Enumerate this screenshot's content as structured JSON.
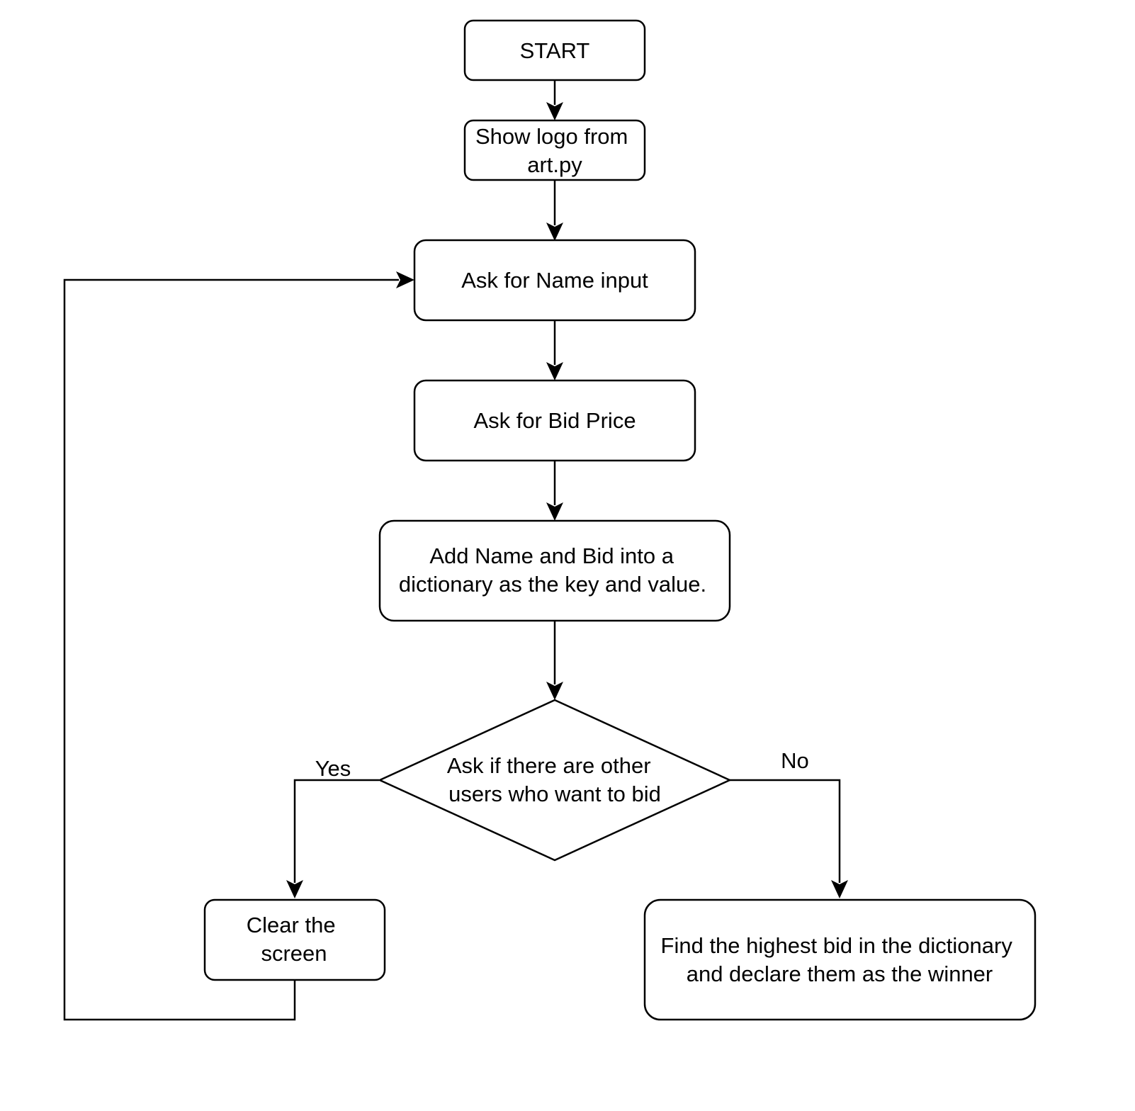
{
  "flowchart": {
    "nodes": {
      "start": {
        "lines": [
          "START"
        ]
      },
      "show_logo": {
        "lines": [
          "Show logo from",
          "art.py"
        ]
      },
      "ask_name": {
        "lines": [
          "Ask for Name input"
        ]
      },
      "ask_bid": {
        "lines": [
          "Ask for Bid Price"
        ]
      },
      "add_dict": {
        "lines": [
          "Add Name and Bid into a",
          "dictionary as the key and value."
        ]
      },
      "decision": {
        "lines": [
          "Ask if there are other",
          "users who want to bid"
        ]
      },
      "clear": {
        "lines": [
          "Clear the",
          "screen"
        ]
      },
      "find_winner": {
        "lines": [
          "Find the highest bid in the dictionary",
          "and declare them as the winner"
        ]
      }
    },
    "edge_labels": {
      "yes": "Yes",
      "no": "No"
    },
    "colors": {
      "stroke": "#000000",
      "fill": "#ffffff",
      "background": "#ffffff"
    }
  }
}
